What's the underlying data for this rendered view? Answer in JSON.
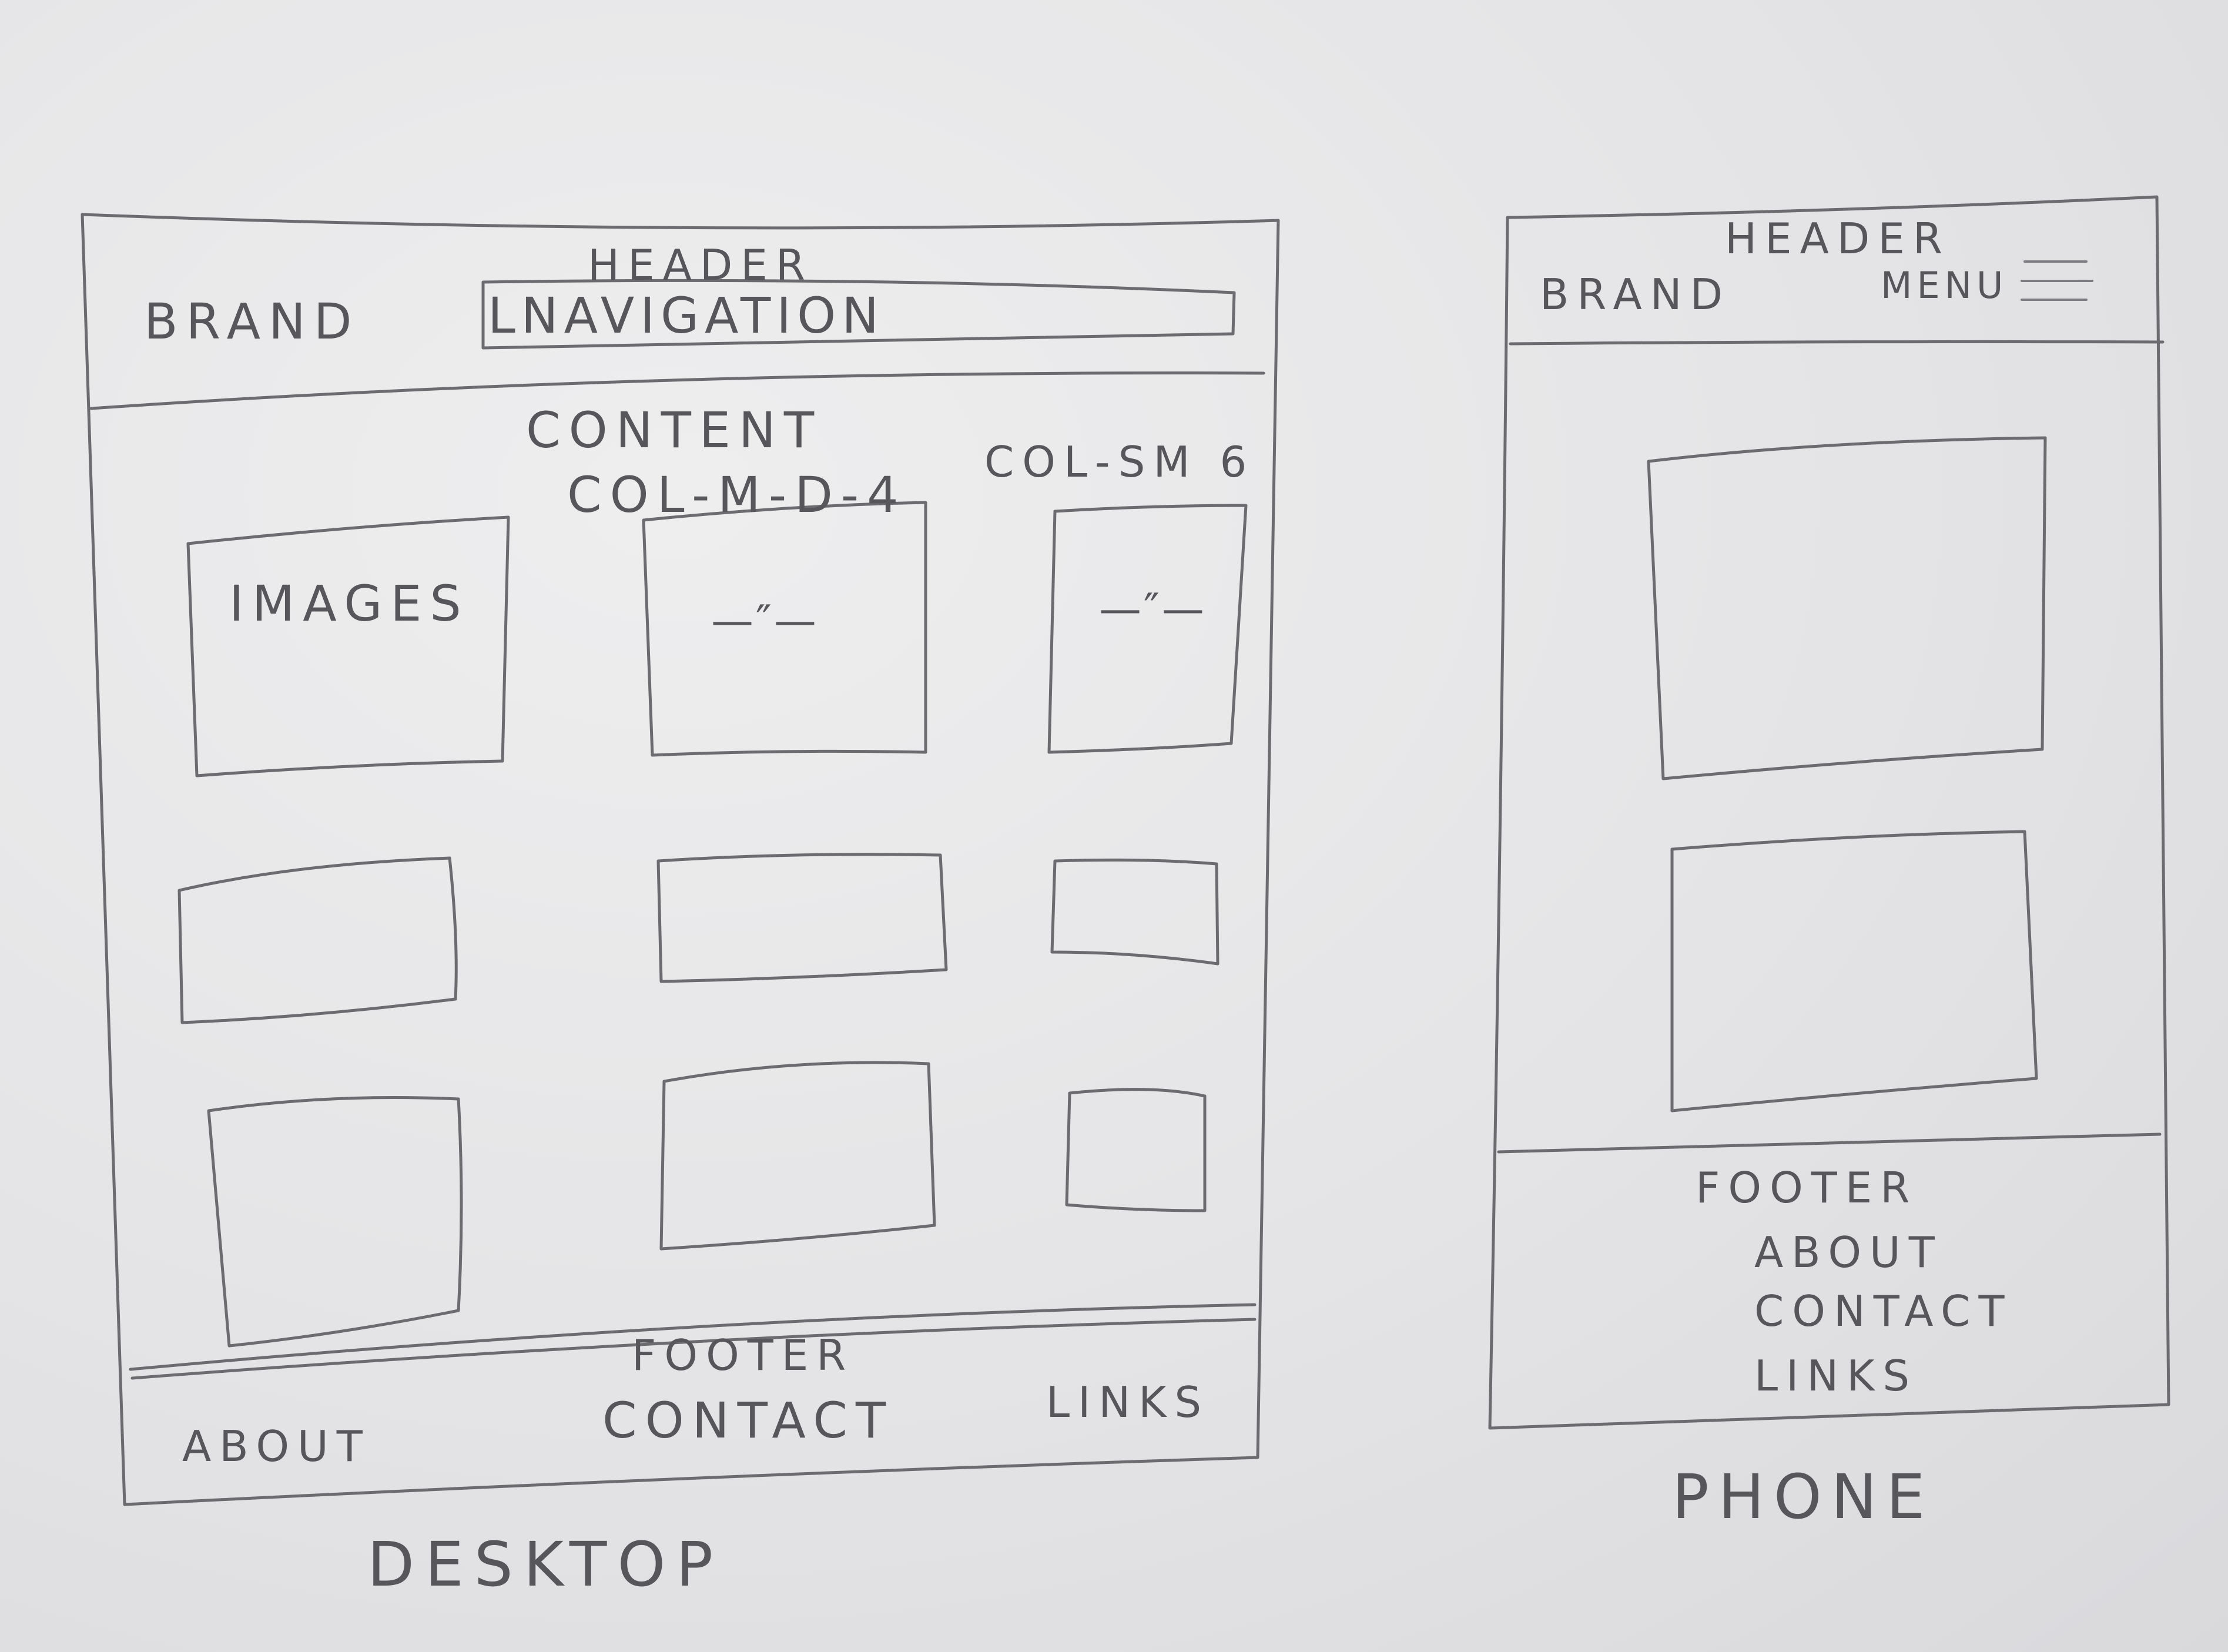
{
  "desktop": {
    "header": {
      "title": "HEADER",
      "brand": "BRAND",
      "navigation": "LNAVIGATION"
    },
    "content": {
      "title": "CONTENT",
      "col_md_label": "COL-M-D-4",
      "col_sm_label": "COL-SM 6",
      "images_label": "IMAGES",
      "ditto_mark_1": "—″—",
      "ditto_mark_2": "—″—"
    },
    "footer": {
      "title": "FOOTER",
      "about": "ABOUT",
      "contact": "CONTACT",
      "links": "LINKS"
    },
    "caption": "DESKTOP"
  },
  "phone": {
    "header": {
      "title": "HEADER",
      "brand": "BRAND",
      "menu": "MENU"
    },
    "footer": {
      "title": "FOOTER",
      "about": "ABOUT",
      "contact": "CONTACT",
      "links": "LINKS"
    },
    "caption": "PHONE"
  }
}
